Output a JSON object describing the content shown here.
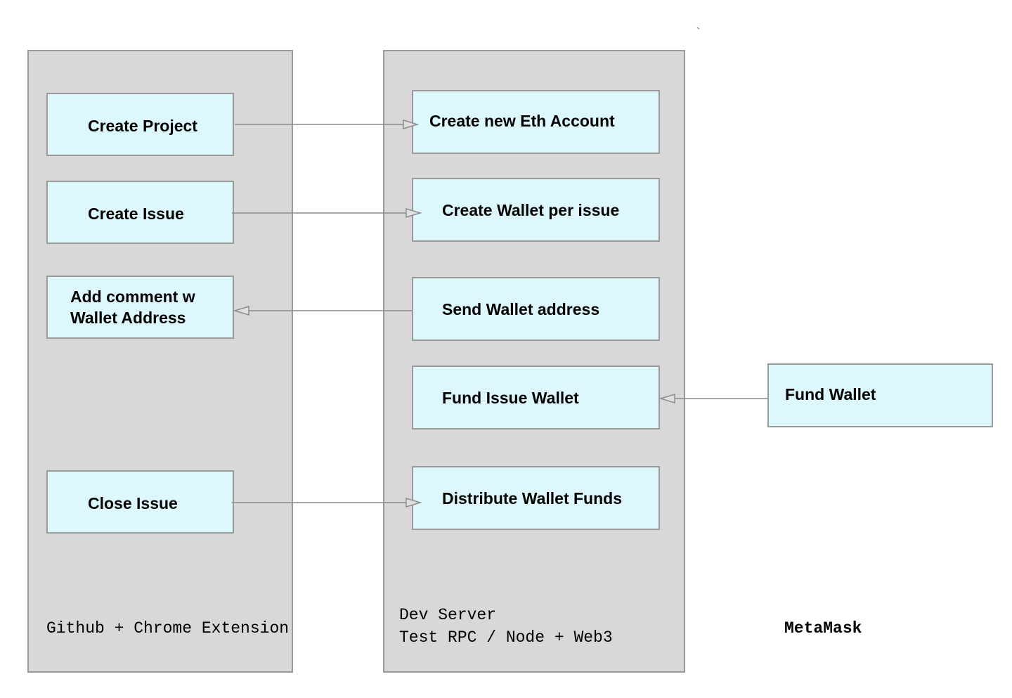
{
  "lanes": {
    "github": {
      "label": "Github + Chrome Extension"
    },
    "dev_server": {
      "label_line1": "Dev Server",
      "label_line2": "Test RPC / Node + Web3"
    },
    "metamask": {
      "label": "MetaMask"
    }
  },
  "github_boxes": {
    "create_project": "Create Project",
    "create_issue": "Create Issue",
    "add_comment": "Add comment w\nWallet Address",
    "close_issue": "Close Issue"
  },
  "server_boxes": {
    "create_eth_account": "Create new Eth Account",
    "create_wallet": "Create Wallet per issue",
    "send_wallet_address": "Send Wallet address",
    "fund_issue_wallet": "Fund Issue Wallet",
    "distribute_funds": "Distribute Wallet Funds"
  },
  "metamask_boxes": {
    "fund_wallet": "Fund Wallet"
  },
  "colors": {
    "lane_fill": "#d8d8d8",
    "box_fill": "#dcf8fd",
    "border": "#9a9a9a",
    "connector": "#8c8c8c"
  }
}
